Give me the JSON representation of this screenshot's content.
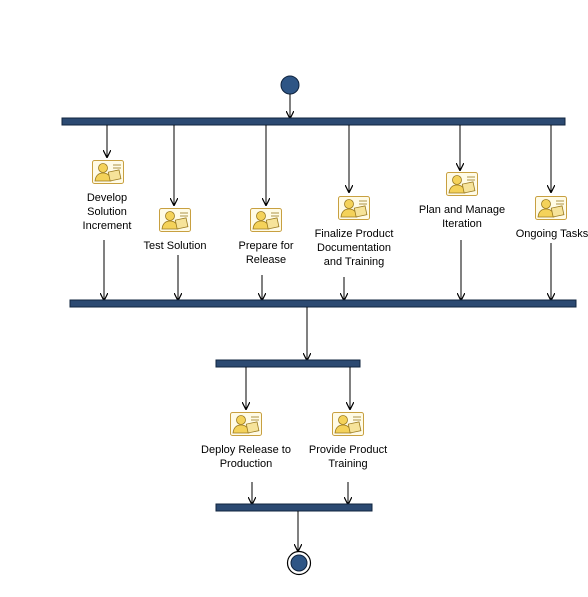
{
  "diagram": {
    "activities": [
      {
        "id": "develop",
        "label": "Develop\nSolution\nIncrement"
      },
      {
        "id": "test",
        "label": "Test Solution"
      },
      {
        "id": "prepare",
        "label": "Prepare for\nRelease"
      },
      {
        "id": "finalize",
        "label": "Finalize Product\nDocumentation\nand Training"
      },
      {
        "id": "plan",
        "label": "Plan and Manage\nIteration"
      },
      {
        "id": "ongoing",
        "label": "Ongoing Tasks"
      },
      {
        "id": "deploy",
        "label": "Deploy Release to\nProduction"
      },
      {
        "id": "train",
        "label": "Provide Product\nTraining"
      }
    ],
    "colors": {
      "bar_fill": "#2c4a72",
      "bar_stroke": "#10243f",
      "node_fill": "#2e5585",
      "icon_border": "#c8a040",
      "icon_card": "#fffbe6",
      "icon_figure": "#f4d25a"
    }
  }
}
